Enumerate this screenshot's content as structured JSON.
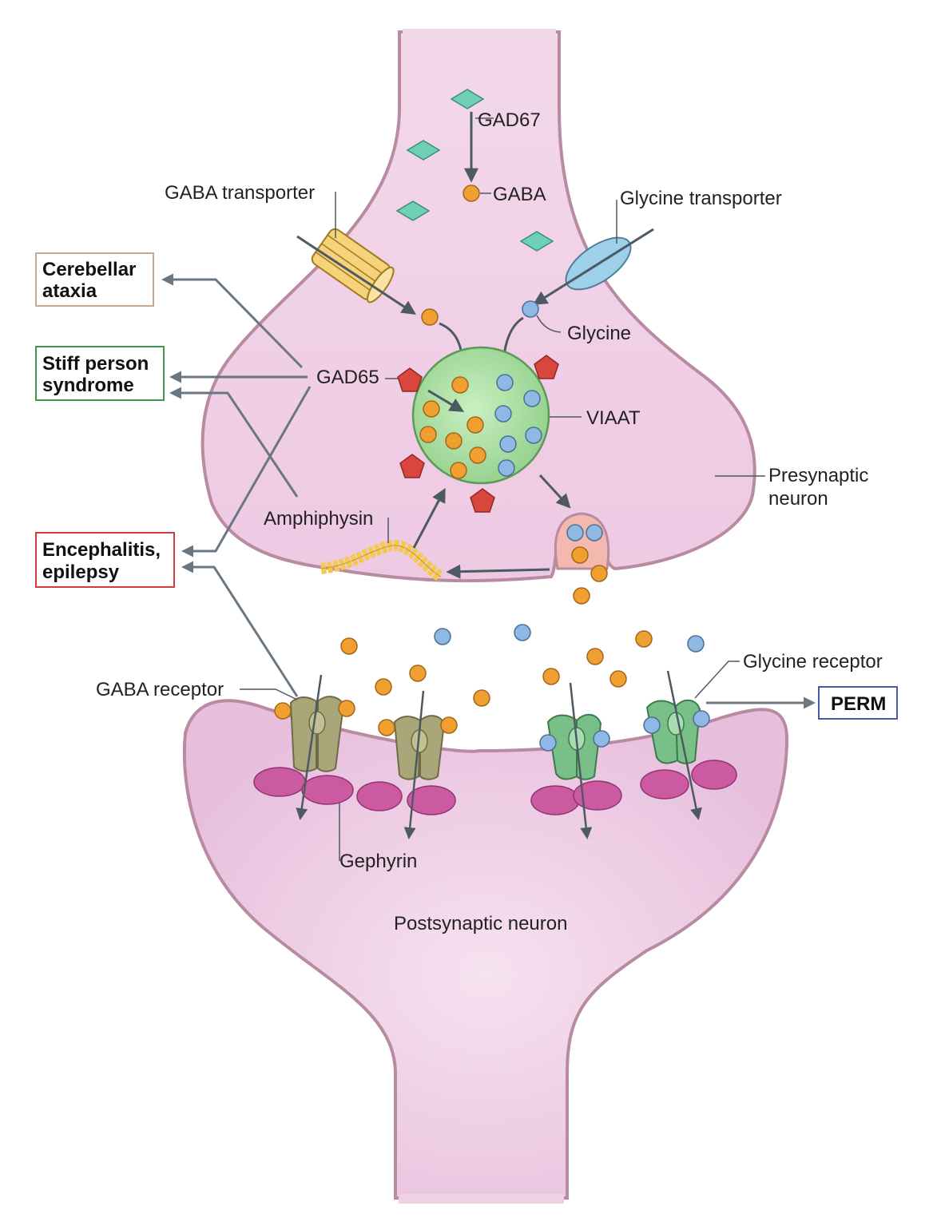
{
  "labels": {
    "gad67": "GAD67",
    "gaba": "GABA",
    "gaba_transporter": "GABA transporter",
    "glycine_transporter": "Glycine transporter",
    "glycine": "Glycine",
    "gad65": "GAD65",
    "viaat": "VIAAT",
    "presynaptic_line1": "Presynaptic",
    "presynaptic_line2": "neuron",
    "amphiphysin": "Amphiphysin",
    "gaba_receptor": "GABA receptor",
    "glycine_receptor": "Glycine receptor",
    "gephyrin": "Gephyrin",
    "postsynaptic": "Postsynaptic neuron"
  },
  "diseases": {
    "cerebellar_line1": "Cerebellar",
    "cerebellar_line2": "ataxia",
    "stiff_line1": "Stiff person",
    "stiff_line2": "syndrome",
    "enceph_line1": "Encephalitis,",
    "enceph_line2": "epilepsy",
    "perm": "PERM"
  },
  "colors": {
    "membrane_fill": "#ecc6e2",
    "membrane_stroke": "#b98ba0",
    "gaba": "#f0a030",
    "glycine": "#8fb9e4",
    "gad67": "#6fcfb4",
    "gad65": "#d9463e",
    "vesicle": "#a6dba0",
    "gaba_receptor": "#a9a67a",
    "glycine_receptor": "#78c088",
    "gephyrin": "#cc5aa0",
    "transporter_gaba": "#f6d27a",
    "transporter_glycine": "#9fd0ea",
    "box_cerebellar": "#c8a78a",
    "box_stiff": "#3c9a4c",
    "box_enceph": "#d03c3c",
    "box_perm": "#4a5aa6",
    "arrow": "#5a6670"
  }
}
